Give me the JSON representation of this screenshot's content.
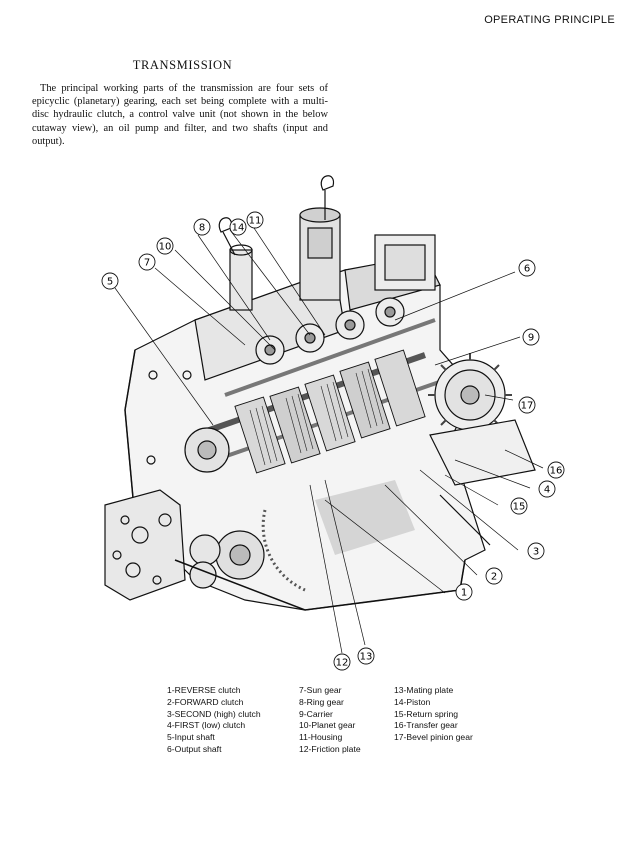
{
  "header": {
    "section": "OPERATING PRINCIPLE"
  },
  "title": "TRANSMISSION",
  "intro": "The principal working parts of the transmission are four sets of epicyclic (planetary) gearing, each set being complete with a multi-disc hydraulic clutch, a control valve unit (not shown in the below cutaway view), an oil pump and filter, and two shafts (input and output).",
  "callouts": [
    "1",
    "2",
    "3",
    "4",
    "5",
    "6",
    "7",
    "8",
    "9",
    "10",
    "11",
    "12",
    "13",
    "14",
    "15",
    "16",
    "17"
  ],
  "legend": {
    "col1": [
      "1-REVERSE clutch",
      "2-FORWARD clutch",
      "3-SECOND (high) clutch",
      "4-FIRST (low) clutch",
      "5-Input shaft",
      "6-Output shaft"
    ],
    "col2": [
      "7-Sun gear",
      "8-Ring gear",
      "9-Carrier",
      "10-Planet gear",
      "11-Housing",
      "12-Friction plate"
    ],
    "col3": [
      "13-Mating plate",
      "14-Piston",
      "15-Return spring",
      "16-Transfer gear",
      "17-Bevel pinion gear"
    ]
  }
}
